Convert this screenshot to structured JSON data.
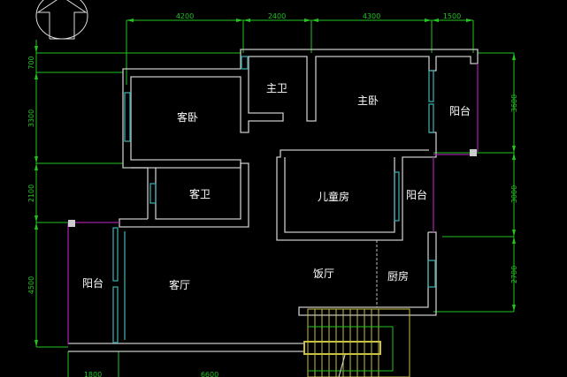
{
  "plan": {
    "rooms": {
      "master_bath": "主卫",
      "master_bedroom": "主卧",
      "guest_bedroom": "客卧",
      "balcony_east": "阳台",
      "guest_bath": "客卫",
      "children_room": "儿童房",
      "balcony_middle": "阳台",
      "balcony_west": "阳台",
      "living_room": "客厅",
      "dining_room": "饭厅",
      "kitchen": "厨房"
    },
    "dimensions": {
      "top": [
        "4200",
        "2400",
        "4300",
        "1500"
      ],
      "left": [
        "700",
        "3300",
        "2100",
        "4500"
      ],
      "right": [
        "3600",
        "3000",
        "2700"
      ],
      "bottom": [
        "1800",
        "6600"
      ]
    }
  },
  "colors": {
    "walls": "#c8c8c8",
    "dimensions": "#22c422",
    "windows": "#3aa6a6",
    "railing": "#a020a0",
    "stairs": "#c8c040"
  }
}
